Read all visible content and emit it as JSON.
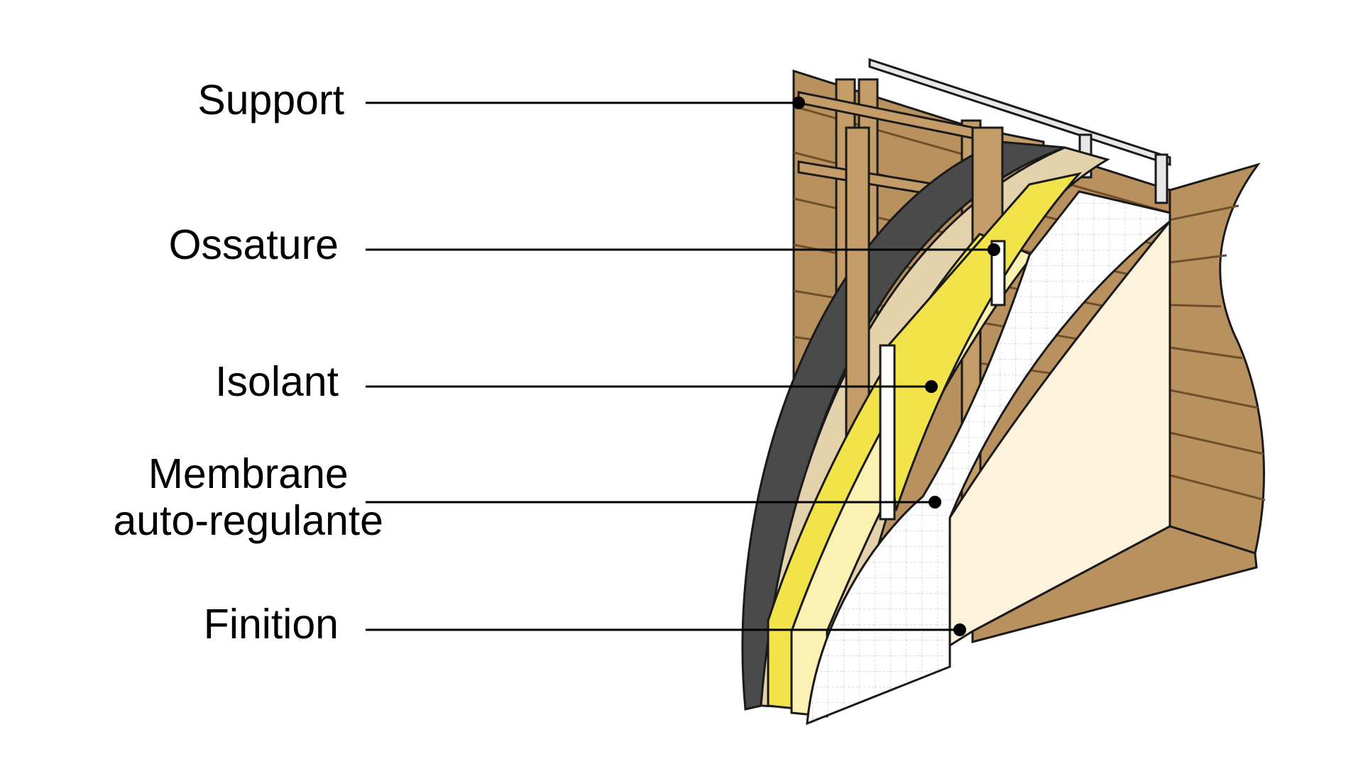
{
  "diagram": {
    "labels": {
      "support": "Support",
      "ossature": "Ossature",
      "isolant": "Isolant",
      "membrane_line1": "Membrane",
      "membrane_line2": "auto-regulante",
      "finition": "Finition"
    },
    "colors": {
      "wood": "#b8915f",
      "wood_dark": "#7a5630",
      "panel_beige": "#e3d2ac",
      "membrane_dark": "#4a4a4a",
      "insulation_yellow": "#f2e34a",
      "insulation_pale": "#fbf1b2",
      "finish_cream": "#fdf3dc",
      "rail_grey": "#e8e8e8",
      "outline": "#1a1a1a"
    }
  }
}
